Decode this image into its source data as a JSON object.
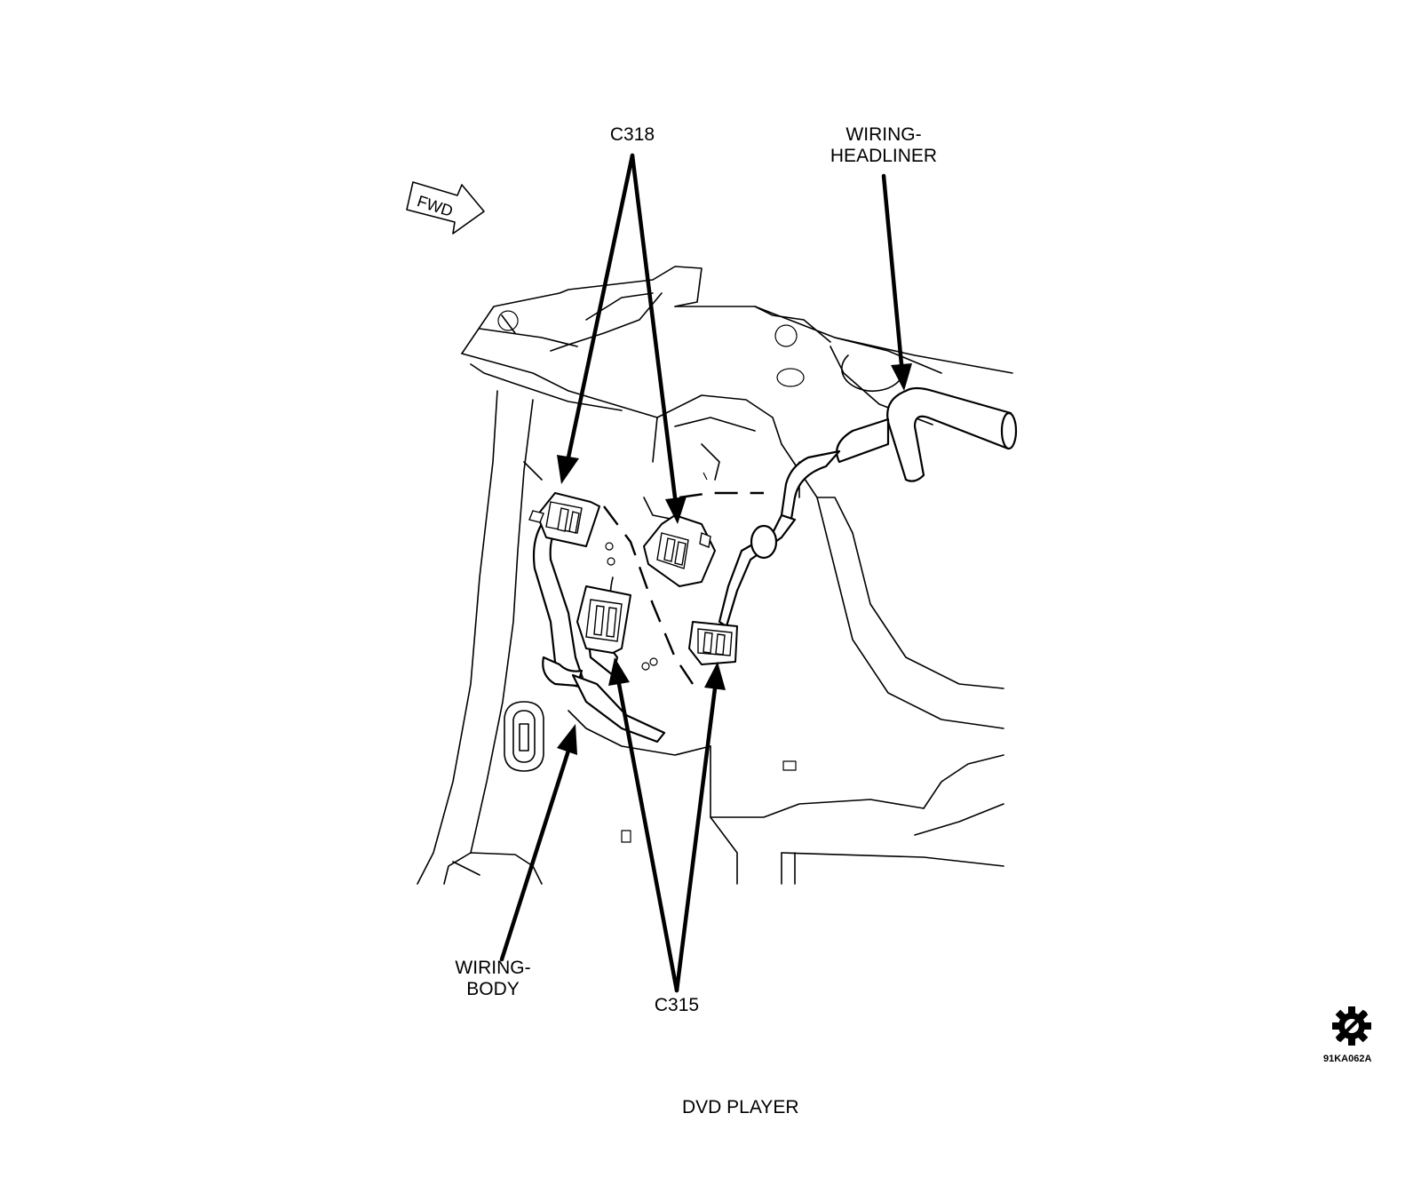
{
  "diagram": {
    "fwd_label": "FWD",
    "labels": {
      "c318": "C318",
      "wiring_headliner": [
        "WIRING-",
        "HEADLINER"
      ],
      "wiring_body": [
        "WIRING-",
        "BODY"
      ],
      "c315": "C315"
    },
    "figure_ref": "91KA062A",
    "caption": "DVD PLAYER",
    "icons": [
      "fwd-arrow-icon",
      "gear-icon"
    ]
  }
}
